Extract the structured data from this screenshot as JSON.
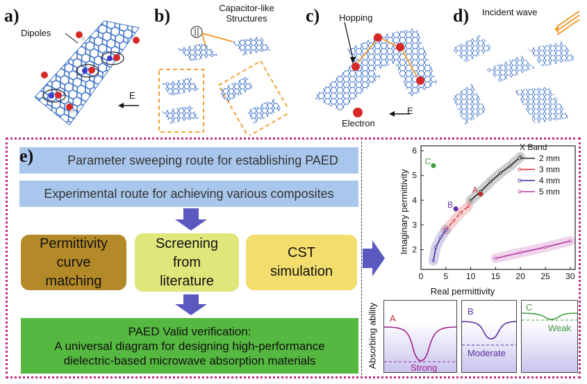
{
  "panels": {
    "a": {
      "label": "a)",
      "dipoles": "Dipoles",
      "field": "E"
    },
    "b": {
      "label": "b)",
      "caption": "Capacitor-like\nStructures"
    },
    "c": {
      "label": "c)",
      "hopping": "Hopping",
      "electron": "Electron",
      "field": "E"
    },
    "d": {
      "label": "d)",
      "incident": "Incident wave"
    }
  },
  "flow": {
    "label": "e)",
    "route1": "Parameter sweeping route for establishing PAED",
    "route2": "Experimental route for achieving various composites",
    "box1": "Permittivity\ncurve\nmatching",
    "box2": "Screening\nfrom\nliterature",
    "box3": "CST\nsimulation",
    "verify_line1": "PAED Valid verification:",
    "verify_line2": "A universal diagram for designing high-performance",
    "verify_line3": "dielectric-based microwave absorption materials"
  },
  "minipanels": {
    "ylabel": "Absorbing ability",
    "a": {
      "letter": "A",
      "label": "Strong"
    },
    "b": {
      "letter": "B",
      "label": "Moderate"
    },
    "c": {
      "letter": "C",
      "label": "Weak"
    }
  },
  "chart_data": {
    "type": "line",
    "xlabel": "Real permittivity",
    "ylabel": "Imaginary permittivity",
    "xlim": [
      0,
      31
    ],
    "ylim": [
      1.2,
      6.2
    ],
    "xticks": [
      0,
      5,
      10,
      15,
      20,
      25,
      30
    ],
    "yticks": [
      2,
      3,
      4,
      5,
      6
    ],
    "legend_title": "X Band",
    "legend_position": "top-right",
    "series": [
      {
        "name": "2 mm",
        "color": "#222222",
        "x": [
          10,
          12,
          14,
          16,
          18,
          20
        ],
        "y": [
          4.0,
          4.35,
          4.75,
          5.1,
          5.4,
          5.75
        ]
      },
      {
        "name": "3 mm",
        "color": "#d9343a",
        "x": [
          5,
          6.5,
          8,
          9.5
        ],
        "y": [
          2.8,
          3.15,
          3.5,
          3.75
        ]
      },
      {
        "name": "4 mm",
        "color": "#3a2f9e",
        "x": [
          2.5,
          3,
          4,
          5
        ],
        "y": [
          1.55,
          2.1,
          2.5,
          2.8
        ]
      },
      {
        "name": "5 mm",
        "color": "#b43aa8",
        "x": [
          15,
          20,
          25,
          30
        ],
        "y": [
          1.65,
          1.88,
          2.1,
          2.35
        ]
      }
    ],
    "points": [
      {
        "label": "A",
        "x": 12,
        "y": 4.25,
        "color": "#c0282e"
      },
      {
        "label": "B",
        "x": 7,
        "y": 3.65,
        "color": "#5b2fa0"
      },
      {
        "label": "C",
        "x": 2.5,
        "y": 5.4,
        "color": "#3e9a3e"
      }
    ]
  },
  "colors": {
    "frame": "#c0287a",
    "route_bar": "#a9c7ec",
    "box1": "#b48a28",
    "box2": "#dfe67a",
    "box3": "#f3dd6c",
    "verify_bar": "#55b840",
    "arrow": "#5b59c0",
    "graphene": "#3a70c8",
    "dashed_box": "#f0a23a"
  }
}
